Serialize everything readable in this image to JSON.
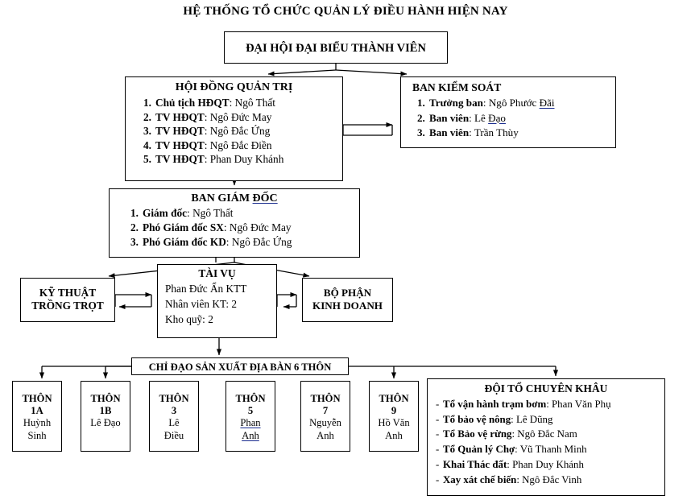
{
  "title": "HỆ THỐNG TỔ CHỨC QUẢN LÝ ĐIỀU HÀNH HIỆN NAY",
  "congress": {
    "title": "ĐẠI HỘI ĐẠI BIỂU THÀNH VIÊN"
  },
  "board_of_directors": {
    "title": "HỘI ĐỒNG QUẢN TRỊ",
    "members": [
      {
        "num": "1.",
        "role": "Chủ tịch HĐQT",
        "name": "Ngô Thất"
      },
      {
        "num": "2.",
        "role": "TV HĐQT",
        "name": "Ngô Đức May"
      },
      {
        "num": "3.",
        "role": "TV HĐQT",
        "name": "Ngô Đắc Ứng"
      },
      {
        "num": "4.",
        "role": "TV HĐQT",
        "name": "Ngô Đắc Điền"
      },
      {
        "num": "5.",
        "role": "TV HĐQT",
        "name": "Phan Duy Khánh"
      }
    ]
  },
  "supervisory_board": {
    "title": "BAN KIỂM SOÁT",
    "members": [
      {
        "num": "1.",
        "role": "Trưởng ban",
        "name": "Ngô Phước ",
        "name_underlined": "Đãi"
      },
      {
        "num": "2.",
        "role": "Ban viên",
        "name": "Lê ",
        "name_underlined": "Đạo"
      },
      {
        "num": "3.",
        "role": "Ban viên",
        "name": "Trần Thùy",
        "name_underlined": ""
      }
    ]
  },
  "management_board": {
    "title_plain": "BAN GIÁM ",
    "title_underlined": "ĐỐC",
    "members": [
      {
        "num": "1.",
        "role": "Giám đốc",
        "name": "Ngô Thất"
      },
      {
        "num": "2.",
        "role": "Phó Giám đốc SX",
        "name": "Ngô Đức May"
      },
      {
        "num": "3.",
        "role": "Phó Giám đốc KD",
        "name": "Ngô Đắc Ứng"
      }
    ]
  },
  "technical_unit": {
    "line1": "KỸ THUẬT",
    "line2": "TRỒNG TRỌT"
  },
  "finance_unit": {
    "title": "TÀI VỤ",
    "line1": "Phan Đức Ẩn KTT",
    "line2": "Nhân viên KT: 2",
    "line3": "Kho quỹ: 2"
  },
  "business_unit": {
    "line1": "BỘ PHẬN",
    "line2": "KINH DOANH"
  },
  "production_bar": {
    "label": "CHỈ ĐẠO SẢN XUẤT ĐỊA BÀN 6 THÔN"
  },
  "hamlets": [
    {
      "word": "THÔN",
      "code": "1A",
      "leader_l1": "Huỳnh",
      "leader_l2": "Sinh",
      "underlined": false
    },
    {
      "word": "THÔN",
      "code": "1B",
      "leader_l1": "Lê Đạo",
      "leader_l2": "",
      "underlined": false
    },
    {
      "word": "THÔN",
      "code": "3",
      "leader_l1": "Lê",
      "leader_l2": "Điều",
      "underlined": false
    },
    {
      "word": "THÔN",
      "code": "5",
      "leader_l1": "Phan",
      "leader_l2": "Anh",
      "underlined": true
    },
    {
      "word": "THÔN",
      "code": "7",
      "leader_l1": "Nguyễn",
      "leader_l2": "Anh",
      "underlined": false
    },
    {
      "word": "THÔN",
      "code": "9",
      "leader_l1": "Hồ Văn",
      "leader_l2": "Anh",
      "underlined": false
    }
  ],
  "specialist_teams": {
    "title": "ĐỘI TỔ CHUYÊN KHÂU",
    "items": [
      {
        "dash": "-",
        "role": "Tổ vận hành trạm bơm",
        "name": "Phan Văn Phụ"
      },
      {
        "dash": "-",
        "role": "Tổ bảo vệ nông",
        "name": "Lê Dũng"
      },
      {
        "dash": "-",
        "role": "Tổ Bảo vệ rừng",
        "name": "Ngô Đắc Nam"
      },
      {
        "dash": "-",
        "role": "Tổ Quản lý Chợ",
        "name": "Vũ Thanh Minh"
      },
      {
        "dash": "-",
        "role": "Khai Thác đất",
        "name": "Phan Duy Khánh"
      },
      {
        "dash": "-",
        "role": "Xay xát chế biến",
        "name": "Ngô Đắc Vinh"
      }
    ]
  },
  "colors": {
    "line": "#000000",
    "spellcheck_underline": "#1b2d8f",
    "background": "#ffffff"
  }
}
